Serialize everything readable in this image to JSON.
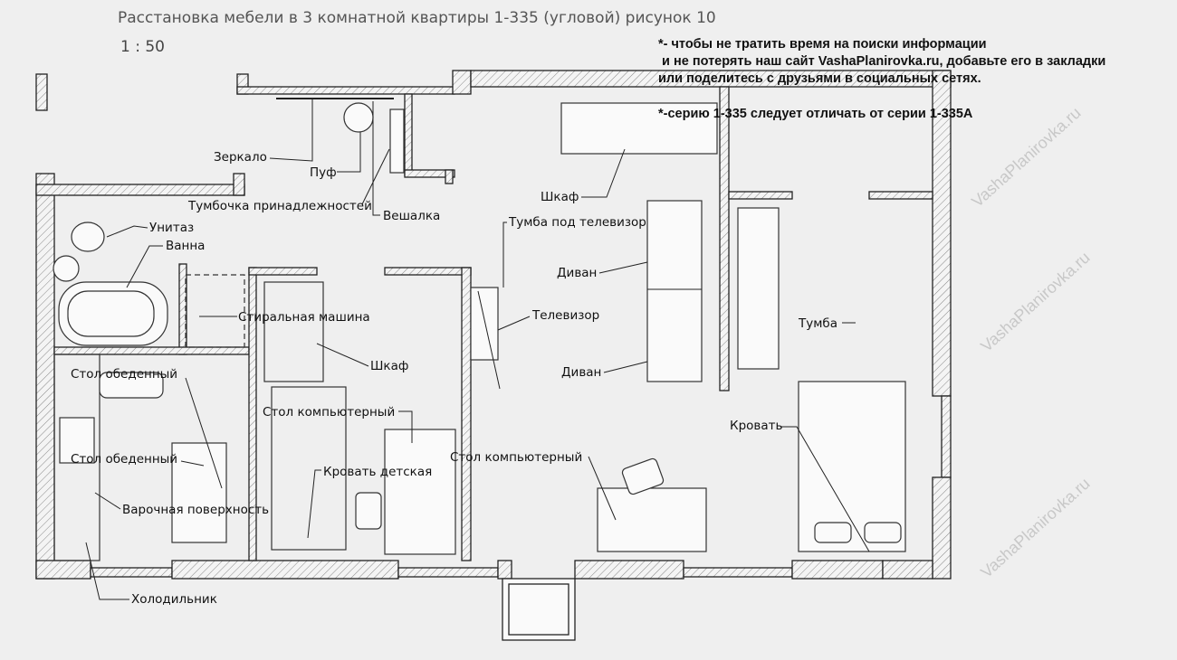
{
  "header": {
    "title": "Расстановка мебели в 3 комнатной квартиры 1-335 (угловой) рисунок 10",
    "scale": "1 : 50"
  },
  "notes": [
    "*- чтобы не тратить время на поиски информации",
    " и не потерять наш сайт VashaPlanirovka.ru, добавьте его в закладки",
    "или поделитесь с друзьями в социальных сетях.",
    "*-серию 1-335 следует отличать от серии 1-335А"
  ],
  "watermark": "VashaPlanirovka.ru",
  "labels": {
    "mirror": "Зеркало",
    "pouf": "Пуф",
    "accessories_stand": "Тумбочка принадлежностей",
    "hanger": "Вешалка",
    "toilet": "Унитаз",
    "bathtub": "Ванна",
    "washing_machine": "Стиральная машина",
    "wardrobe_small": "Шкаф",
    "dining_table_1": "Стол обеденный",
    "dining_table_2": "Стол обеденный",
    "computer_desk_1": "Стол компьютерный",
    "kids_bed": "Кровать детская",
    "hob": "Варочная поверхность",
    "fridge": "Холодильник",
    "wardrobe_living": "Шкаф",
    "tv_stand": "Тумба под телевизор",
    "sofa_1": "Диван",
    "tv": "Телевизор",
    "sofa_2": "Диван",
    "computer_desk_2": "Стол компьютерный",
    "nightstand": "Тумба",
    "bed": "Кровать"
  }
}
